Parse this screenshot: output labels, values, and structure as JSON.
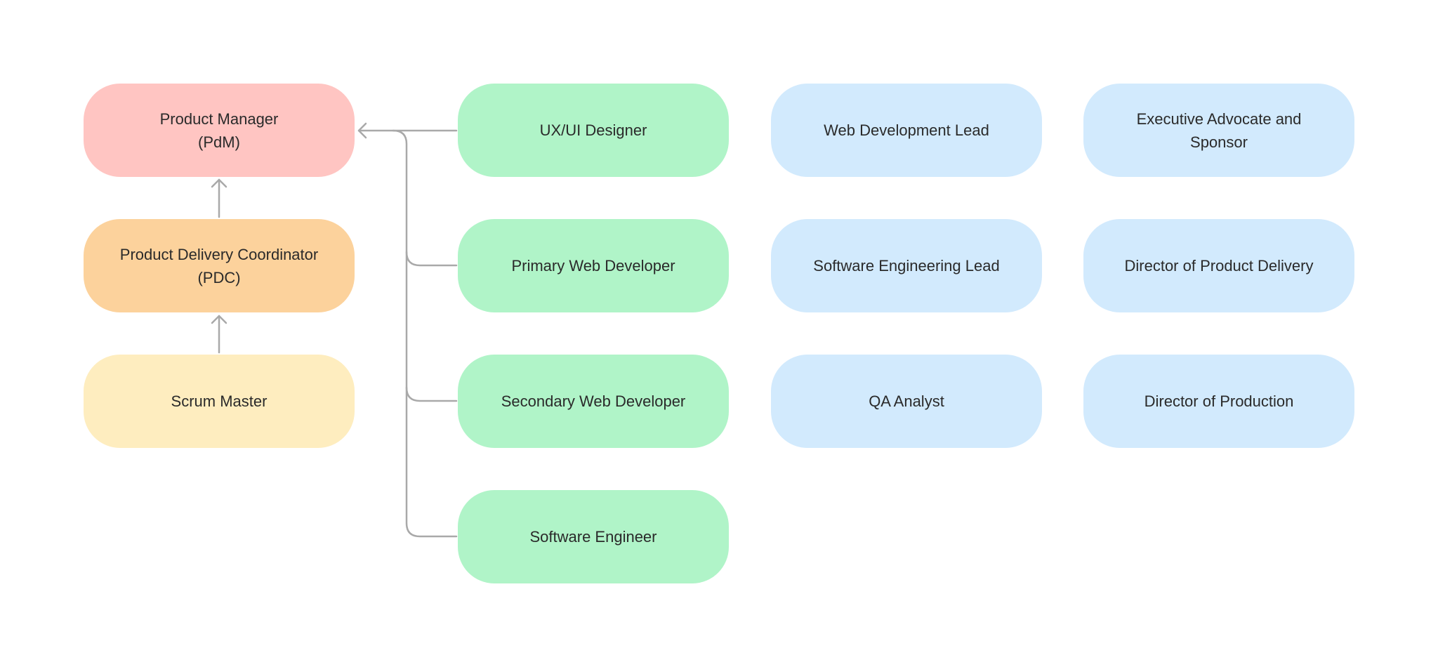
{
  "colors": {
    "pdm": "#ffc5c2",
    "pdc": "#fcd29c",
    "scrum": "#feedbf",
    "team": "#b0f4c8",
    "stakeholder": "#d2eafd",
    "connector": "#a9a9a9"
  },
  "nodes": {
    "product_manager": "Product Manager\n(PdM)",
    "product_delivery_coordinator": "Product Delivery Coordinator\n(PDC)",
    "scrum_master": "Scrum Master",
    "ux_ui_designer": "UX/UI Designer",
    "primary_web_developer": "Primary Web Developer",
    "secondary_web_developer": "Secondary Web Developer",
    "software_engineer": "Software Engineer",
    "web_development_lead": "Web Development Lead",
    "software_engineering_lead": "Software Engineering Lead",
    "qa_analyst": "QA Analyst",
    "executive_advocate_sponsor": "Executive Advocate and\nSponsor",
    "director_product_delivery": "Director of Product Delivery",
    "director_production": "Director of Production"
  }
}
